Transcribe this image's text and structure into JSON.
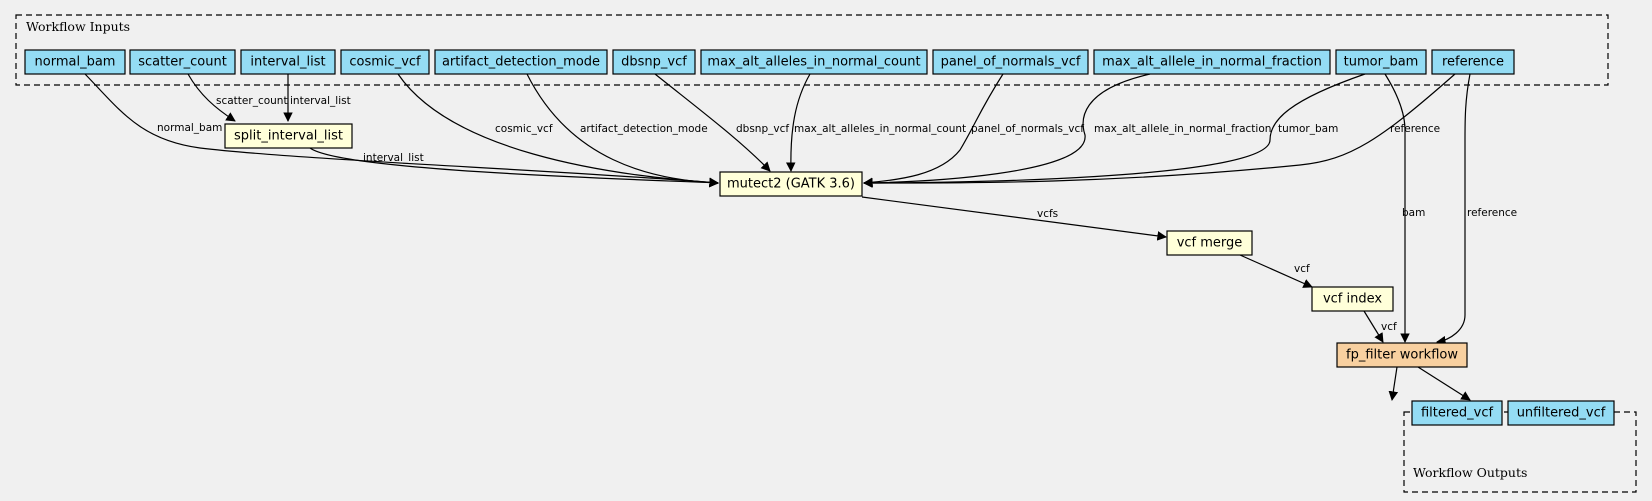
{
  "colors": {
    "input": "#94dcf4",
    "step": "#ffffd9",
    "subworkflow": "#f8d0a0",
    "output": "#94dcf4"
  },
  "clusters": {
    "inputs": {
      "label": "Workflow Inputs"
    },
    "outputs": {
      "label": "Workflow Outputs"
    }
  },
  "nodes": {
    "normal_bam": {
      "label": "normal_bam",
      "kind": "input"
    },
    "scatter_count": {
      "label": "scatter_count",
      "kind": "input"
    },
    "interval_list": {
      "label": "interval_list",
      "kind": "input"
    },
    "cosmic_vcf": {
      "label": "cosmic_vcf",
      "kind": "input"
    },
    "artifact_detection_mode": {
      "label": "artifact_detection_mode",
      "kind": "input"
    },
    "dbsnp_vcf": {
      "label": "dbsnp_vcf",
      "kind": "input"
    },
    "max_alt_alleles_in_normal_count": {
      "label": "max_alt_alleles_in_normal_count",
      "kind": "input"
    },
    "panel_of_normals_vcf": {
      "label": "panel_of_normals_vcf",
      "kind": "input"
    },
    "max_alt_allele_in_normal_fraction": {
      "label": "max_alt_allele_in_normal_fraction",
      "kind": "input"
    },
    "tumor_bam": {
      "label": "tumor_bam",
      "kind": "input"
    },
    "reference": {
      "label": "reference",
      "kind": "input"
    },
    "split_interval_list": {
      "label": "split_interval_list",
      "kind": "step"
    },
    "mutect2": {
      "label": "mutect2 (GATK 3.6)",
      "kind": "step"
    },
    "vcf_merge": {
      "label": "vcf merge",
      "kind": "step"
    },
    "vcf_index": {
      "label": "vcf index",
      "kind": "step"
    },
    "fp_filter": {
      "label": "fp_filter workflow",
      "kind": "subworkflow"
    },
    "filtered_vcf": {
      "label": "filtered_vcf",
      "kind": "output"
    },
    "unfiltered_vcf": {
      "label": "unfiltered_vcf",
      "kind": "output"
    }
  },
  "edges": [
    {
      "from": "normal_bam",
      "to": "mutect2",
      "label": "normal_bam"
    },
    {
      "from": "scatter_count",
      "to": "split_interval_list",
      "label": "scatter_count"
    },
    {
      "from": "interval_list",
      "to": "split_interval_list",
      "label": "interval_list"
    },
    {
      "from": "split_interval_list",
      "to": "mutect2",
      "label": "interval_list"
    },
    {
      "from": "cosmic_vcf",
      "to": "mutect2",
      "label": "cosmic_vcf"
    },
    {
      "from": "artifact_detection_mode",
      "to": "mutect2",
      "label": "artifact_detection_mode"
    },
    {
      "from": "dbsnp_vcf",
      "to": "mutect2",
      "label": "dbsnp_vcf"
    },
    {
      "from": "max_alt_alleles_in_normal_count",
      "to": "mutect2",
      "label": "max_alt_alleles_in_normal_count"
    },
    {
      "from": "panel_of_normals_vcf",
      "to": "mutect2",
      "label": "panel_of_normals_vcf"
    },
    {
      "from": "max_alt_allele_in_normal_fraction",
      "to": "mutect2",
      "label": "max_alt_allele_in_normal_fraction"
    },
    {
      "from": "tumor_bam",
      "to": "mutect2",
      "label": "tumor_bam"
    },
    {
      "from": "reference",
      "to": "mutect2",
      "label": "reference"
    },
    {
      "from": "mutect2",
      "to": "vcf_merge",
      "label": "vcfs"
    },
    {
      "from": "vcf_merge",
      "to": "vcf_index",
      "label": "vcf"
    },
    {
      "from": "vcf_index",
      "to": "fp_filter",
      "label": "vcf"
    },
    {
      "from": "tumor_bam",
      "to": "fp_filter",
      "label": "bam"
    },
    {
      "from": "reference",
      "to": "fp_filter",
      "label": "reference"
    },
    {
      "from": "fp_filter",
      "to": "filtered_vcf",
      "label": ""
    },
    {
      "from": "fp_filter",
      "to": "unfiltered_vcf",
      "label": ""
    }
  ]
}
